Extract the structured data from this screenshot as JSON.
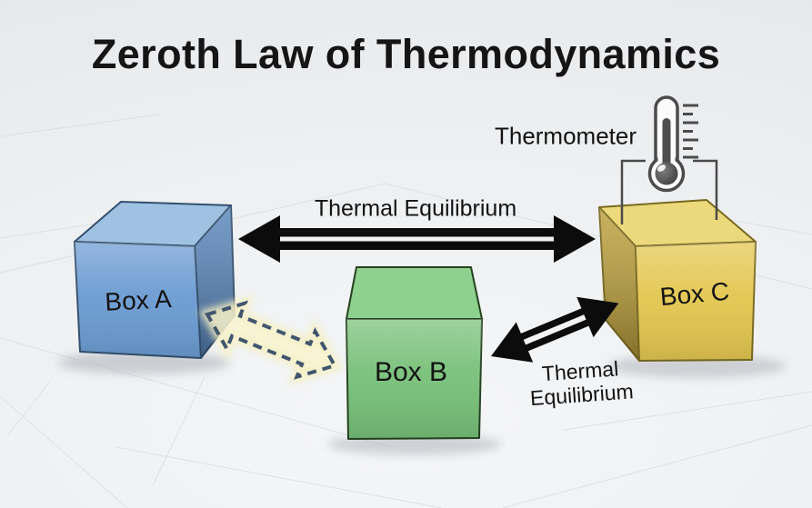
{
  "title": "Zeroth Law of Thermodynamics",
  "thermometer": {
    "label": "Thermometer",
    "attached_to": "Box C"
  },
  "boxes": [
    {
      "label": "Box A",
      "face": "#6b9bd2",
      "top": "#9fc2e3",
      "side": "#5886bb"
    },
    {
      "label": "Box B",
      "face": "#77c078",
      "top": "#8ed18e",
      "side": "#5fa862"
    },
    {
      "label": "Box C",
      "face": "#e3c64f",
      "top": "#ecd97c",
      "side": "#bda03a"
    }
  ],
  "relations": [
    {
      "from": "Box A",
      "to": "Box C",
      "label": "Thermal Equilibrium",
      "arrow": "solid-double-line"
    },
    {
      "from": "Box B",
      "to": "Box C",
      "label": "Thermal Equilibrium",
      "arrow": "solid-double-line"
    },
    {
      "from": "Box A",
      "to": "Box B",
      "label": "",
      "arrow": "dashed-outline-implied"
    }
  ],
  "colors": {
    "background": "#edeff1",
    "arrow": "#0c0c0c",
    "dashed_arrow": "#41566e",
    "dashed_glow": "#f6f0c2",
    "thermometer_gray": "#4b4b4b",
    "text": "#131313"
  }
}
